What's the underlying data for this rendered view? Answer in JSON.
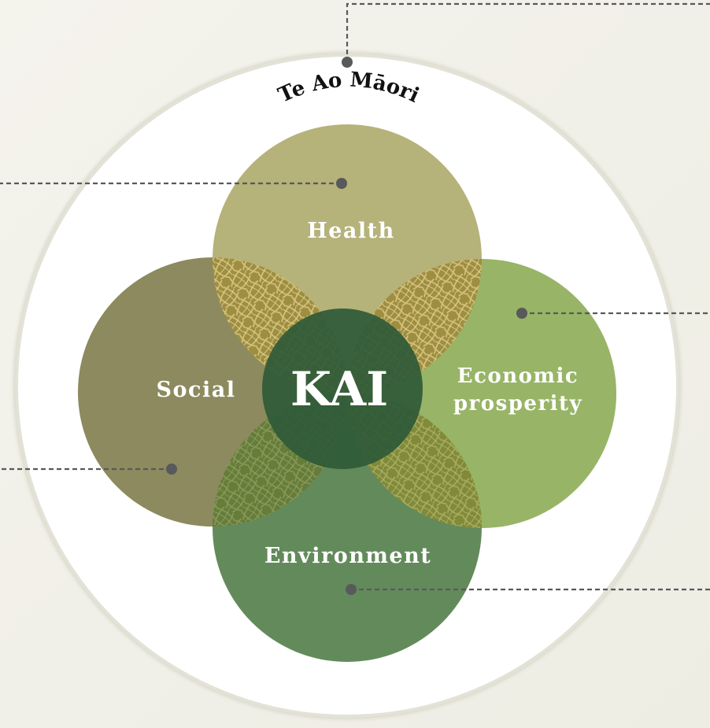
{
  "diagram": {
    "outer_label": "Te Ao Māori",
    "center_label": "KAI",
    "circles": {
      "health": {
        "label": "Health",
        "color": "#b5b27a"
      },
      "social": {
        "label": "Social",
        "color": "#8c8a5e"
      },
      "economic": {
        "line1": "Economic",
        "line2": "prosperity",
        "color": "#98b466"
      },
      "environment": {
        "label": "Environment",
        "color": "#638a5b"
      }
    },
    "center_color": "#2f5a38",
    "connector_color": "#58595b",
    "outer_circle_fill": "#ffffff"
  }
}
